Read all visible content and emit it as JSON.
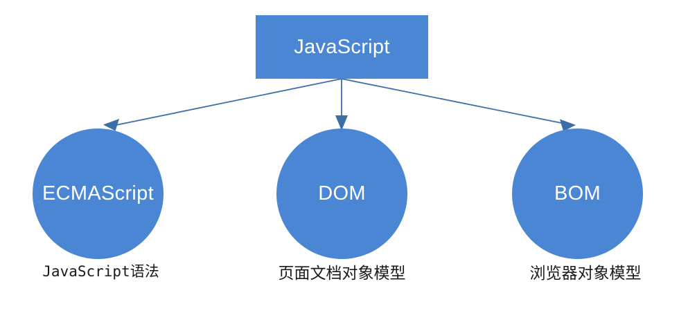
{
  "diagram": {
    "title": "JavaScript composition diagram",
    "background_color": "#ffffff",
    "node_fill_color": "#4a86d4",
    "node_text_color": "#ffffff",
    "connector_color": "#3b6ea8",
    "caption_text_color": "#1a1a1a",
    "root": {
      "id": "javascript",
      "shape": "rectangle",
      "label": "JavaScript"
    },
    "children": [
      {
        "id": "ecmascript",
        "shape": "circle",
        "label": "ECMAScript",
        "caption": "JavaScript语法",
        "caption_font": "mono"
      },
      {
        "id": "dom",
        "shape": "circle",
        "label": "DOM",
        "caption": "页面文档对象模型",
        "caption_font": "sans"
      },
      {
        "id": "bom",
        "shape": "circle",
        "label": "BOM",
        "caption": "浏览器对象模型",
        "caption_font": "sans"
      }
    ],
    "connectors": [
      {
        "id": "arrow-to-ecmascript",
        "from": "javascript",
        "to": "ecmascript",
        "style": "arrow"
      },
      {
        "id": "arrow-to-dom",
        "from": "javascript",
        "to": "dom",
        "style": "arrow"
      },
      {
        "id": "arrow-to-bom",
        "from": "javascript",
        "to": "bom",
        "style": "arrow"
      }
    ]
  }
}
